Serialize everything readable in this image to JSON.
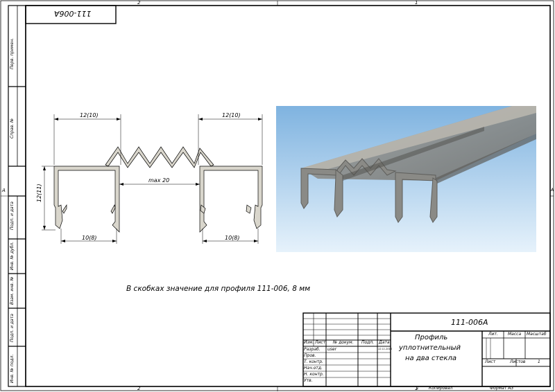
{
  "sheet": {
    "zone_top_left": "2",
    "zone_top_right": "1",
    "zone_bottom_left": "2",
    "zone_bottom_right": "1",
    "zone_side_a_left": "A",
    "zone_side_a_right": "A",
    "corner_designation": "111-006А",
    "note": "В скобках значение для профиля 111-006, 8 мм"
  },
  "side_strip": {
    "labels": [
      "Перв. примен.",
      "Справ. №",
      "Подп. и дата",
      "Инв. № дубл.",
      "Взам. инв. №",
      "Подп. и дата",
      "Инв. № подл."
    ]
  },
  "dimensions": {
    "top_left": "12(10)",
    "top_right": "12(10)",
    "left_height": "12(11)",
    "middle": "max 20",
    "bottom_left": "10(8)",
    "bottom_right": "10(8)"
  },
  "title_block": {
    "designation": "111-006А",
    "name_line1": "Профиль",
    "name_line2": "уплотнительный",
    "name_line3": "на два стекла",
    "col_izm": "Изм.",
    "col_list": "Лист",
    "col_doc": "№ докум.",
    "col_sign": "Подп.",
    "col_date": "Дата",
    "row_razrab": "Разраб.",
    "row_prov": "Пров.",
    "row_tkontr": "Т. контр.",
    "row_nachotd": "Нач.отд.",
    "row_nkontr": "Н. контр.",
    "row_utv": "Утв.",
    "author": "user",
    "date": "12.11.2016",
    "lit": "Лит.",
    "mass": "Масса",
    "scale": "Масштаб",
    "sheet": "Лист",
    "sheets": "Листов",
    "sheets_count": "1",
    "copied": "Копировал",
    "format": "Формат А3",
    "copy_num": "1"
  },
  "colors": {
    "line": "#000000",
    "profile_fill": "#d9d6cc",
    "photo_bg_top": "#7fb3e0",
    "photo_bg_bottom": "#e6f2fb",
    "photo_profile": "#8a8a86",
    "photo_profile_dark": "#5e5e5b"
  }
}
